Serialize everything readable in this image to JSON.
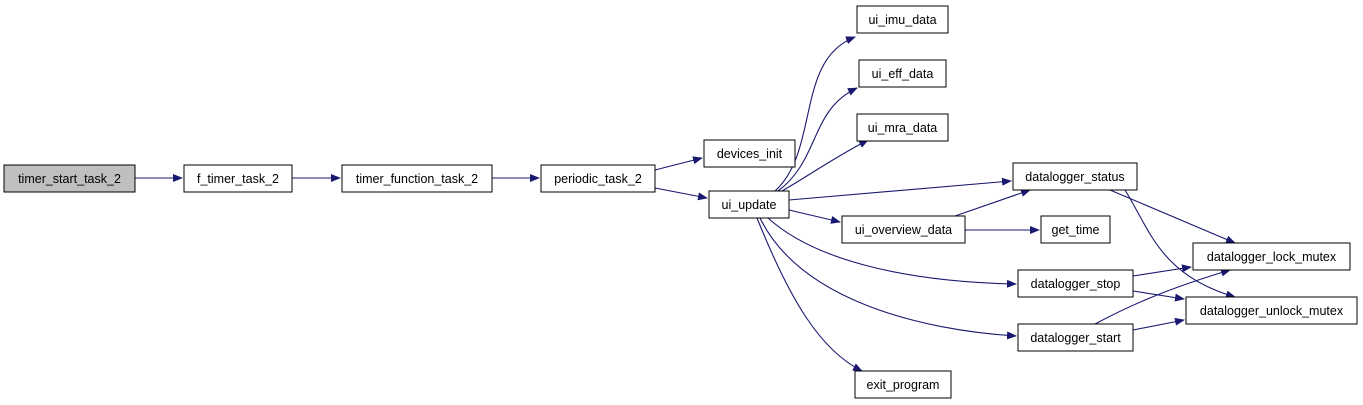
{
  "colors": {
    "edge": "#191970",
    "node_fill": "#ffffff",
    "root_fill": "#bfbfbf",
    "border": "#000000"
  },
  "nodes": [
    {
      "id": "timer_start_task_2",
      "label": "timer_start_task_2",
      "root": true
    },
    {
      "id": "f_timer_task_2",
      "label": "f_timer_task_2"
    },
    {
      "id": "timer_function_task_2",
      "label": "timer_function_task_2"
    },
    {
      "id": "periodic_task_2",
      "label": "periodic_task_2"
    },
    {
      "id": "devices_init",
      "label": "devices_init"
    },
    {
      "id": "ui_update",
      "label": "ui_update"
    },
    {
      "id": "ui_imu_data",
      "label": "ui_imu_data"
    },
    {
      "id": "ui_eff_data",
      "label": "ui_eff_data"
    },
    {
      "id": "ui_mra_data",
      "label": "ui_mra_data"
    },
    {
      "id": "ui_overview_data",
      "label": "ui_overview_data"
    },
    {
      "id": "datalogger_status",
      "label": "datalogger_status"
    },
    {
      "id": "get_time",
      "label": "get_time"
    },
    {
      "id": "datalogger_stop",
      "label": "datalogger_stop"
    },
    {
      "id": "datalogger_start",
      "label": "datalogger_start"
    },
    {
      "id": "exit_program",
      "label": "exit_program"
    },
    {
      "id": "datalogger_lock_mutex",
      "label": "datalogger_lock_mutex"
    },
    {
      "id": "datalogger_unlock_mutex",
      "label": "datalogger_unlock_mutex"
    }
  ],
  "edges": [
    [
      "timer_start_task_2",
      "f_timer_task_2"
    ],
    [
      "f_timer_task_2",
      "timer_function_task_2"
    ],
    [
      "timer_function_task_2",
      "periodic_task_2"
    ],
    [
      "periodic_task_2",
      "devices_init"
    ],
    [
      "periodic_task_2",
      "ui_update"
    ],
    [
      "ui_update",
      "ui_imu_data"
    ],
    [
      "ui_update",
      "ui_eff_data"
    ],
    [
      "ui_update",
      "ui_mra_data"
    ],
    [
      "ui_update",
      "datalogger_status"
    ],
    [
      "ui_update",
      "ui_overview_data"
    ],
    [
      "ui_update",
      "datalogger_stop"
    ],
    [
      "ui_update",
      "datalogger_start"
    ],
    [
      "ui_update",
      "exit_program"
    ],
    [
      "ui_overview_data",
      "datalogger_status"
    ],
    [
      "ui_overview_data",
      "get_time"
    ],
    [
      "datalogger_status",
      "datalogger_lock_mutex"
    ],
    [
      "datalogger_status",
      "datalogger_unlock_mutex"
    ],
    [
      "datalogger_stop",
      "datalogger_lock_mutex"
    ],
    [
      "datalogger_stop",
      "datalogger_unlock_mutex"
    ],
    [
      "datalogger_start",
      "datalogger_lock_mutex"
    ],
    [
      "datalogger_start",
      "datalogger_unlock_mutex"
    ]
  ]
}
